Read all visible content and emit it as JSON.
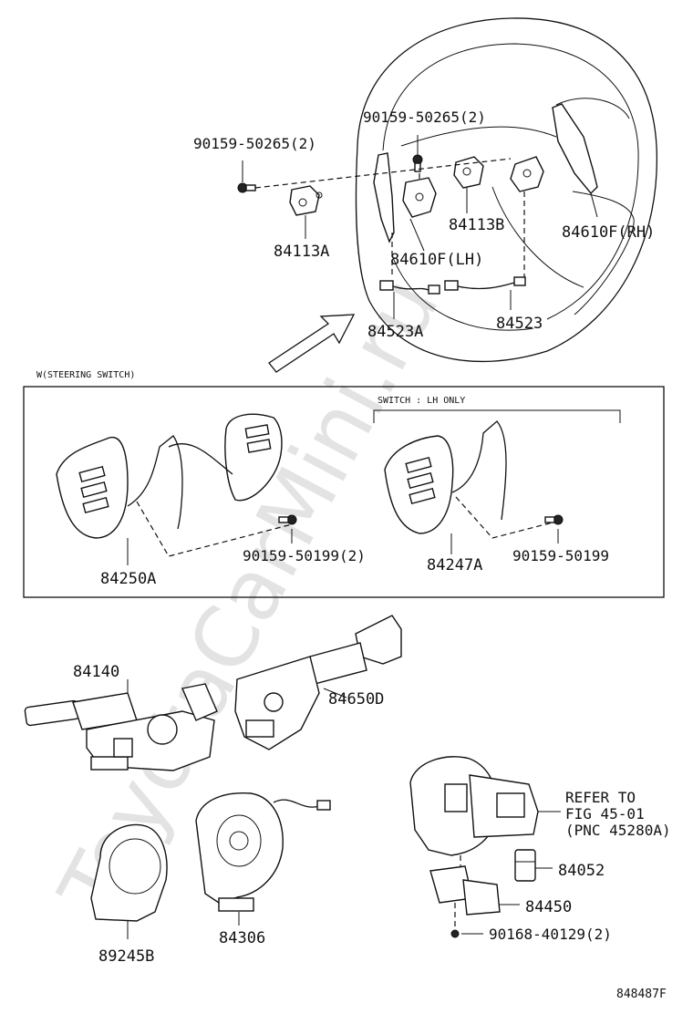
{
  "watermark": "ToyotaCarMini.ru",
  "diagram_id": "848487F",
  "boxes": {
    "steering_switch_title": "W(STEERING SWITCH)",
    "lh_only_title": "SWITCH : LH ONLY"
  },
  "labels": {
    "screw_left": "90159-50265(2)",
    "screw_right": "90159-50265(2)",
    "bracket_a": "84113A",
    "bracket_b": "84113B",
    "paddle_lh": "84610F(LH)",
    "paddle_rh": "84610F(RH)",
    "wire_a": "84523A",
    "wire": "84523",
    "switch_250a": "84250A",
    "screw_199_2": "90159-50199(2)",
    "switch_247a": "84247A",
    "screw_199": "90159-50199",
    "combo_switch": "84140",
    "wiper_switch": "84650D",
    "refer_line1": "REFER TO",
    "refer_line2": "FIG 45-01",
    "refer_line3": "(PNC 45280A)",
    "sensor": "84052",
    "cover": "89245B",
    "spiral_cable": "84306",
    "bracket_450": "84450",
    "screw_168": "90168-40129(2)"
  }
}
